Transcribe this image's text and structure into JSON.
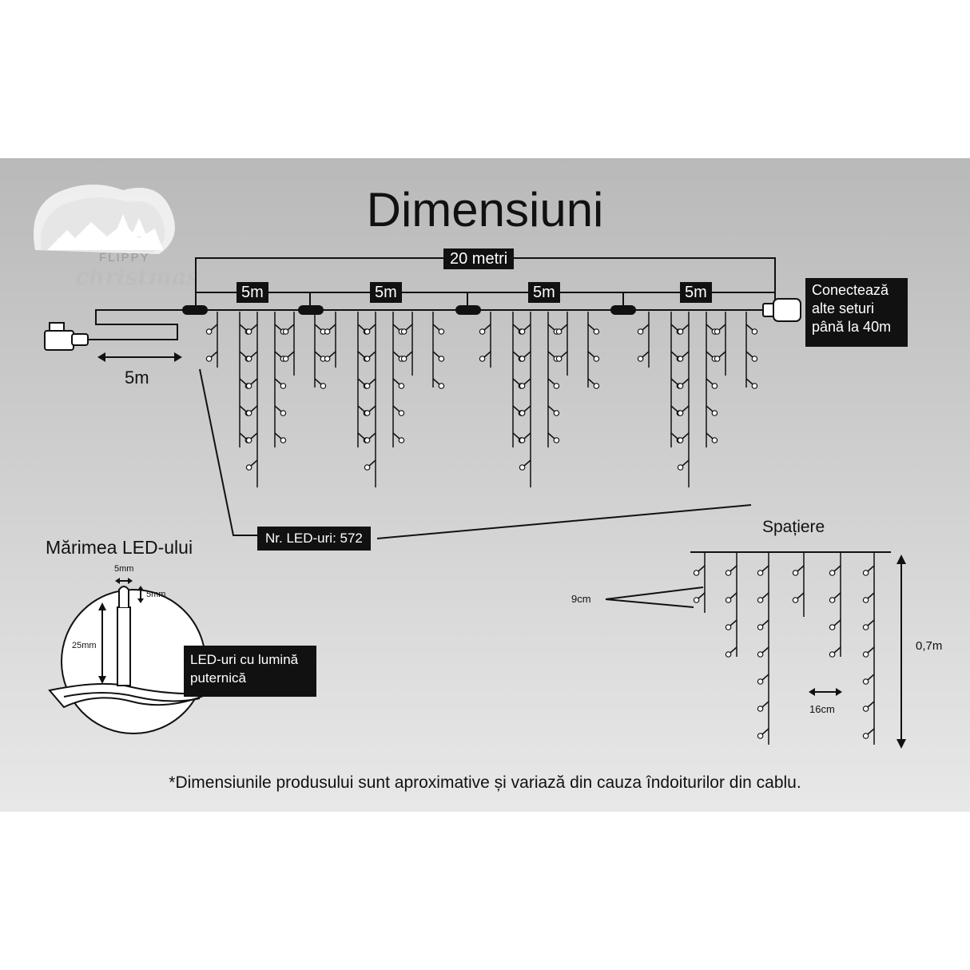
{
  "title": "Dimensiuni",
  "logo": {
    "brand_top": "FLIPPY",
    "brand_script": "christmas",
    "colors": {
      "fill": "#f2f2f2",
      "text": "#9a9a9a"
    }
  },
  "total_length": "20 metri",
  "sections": [
    "5m",
    "5m",
    "5m",
    "5m"
  ],
  "lead_cable": "5m",
  "connect_note": [
    "Conectează",
    "alte seturi",
    "până la 40m"
  ],
  "led_count": "Nr. LED-uri: 572",
  "led_size": {
    "title": "Mărimea LED-ului",
    "width": "5mm",
    "cap_height": "5mm",
    "height": "25mm",
    "note": [
      "LED-uri cu lumină",
      "puternică"
    ]
  },
  "spacing": {
    "title": "Spațiere",
    "vertical": "9cm",
    "horizontal": "16cm",
    "drop": "0,7m"
  },
  "footnote": "*Dimensiunile produsului sunt aproximative și variază din cauza îndoiturilor din cablu.",
  "colors": {
    "panel_top": "#b9b9b9",
    "panel_bottom": "#e8e8e8",
    "ink": "#111111",
    "box": "#111111",
    "box_text": "#ffffff"
  }
}
